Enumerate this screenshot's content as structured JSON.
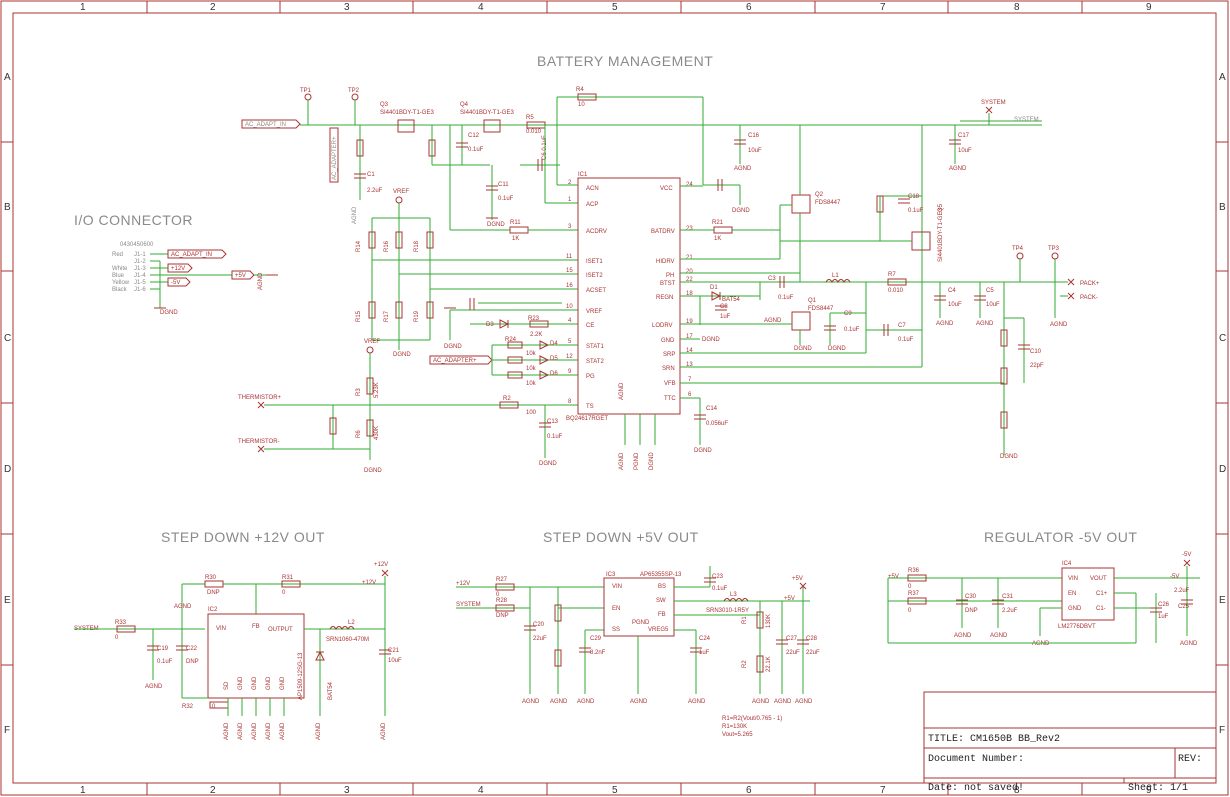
{
  "border": {
    "columns": [
      "1",
      "2",
      "3",
      "4",
      "5",
      "6",
      "7",
      "8",
      "9"
    ],
    "rows": [
      "A",
      "B",
      "C",
      "D",
      "E",
      "F"
    ]
  },
  "sections": {
    "battery": "BATTERY MANAGEMENT",
    "io": "I/O CONNECTOR",
    "step12": "STEP DOWN +12V OUT",
    "step5": "STEP DOWN +5V OUT",
    "reg5": "REGULATOR -5V OUT"
  },
  "title_block": {
    "title": "TITLE:  CM1650B BB_Rev2",
    "doc": "Document Number:",
    "rev": "REV:",
    "date": "Date: not saved!",
    "sheet": "Sheet: 1/1"
  },
  "io_connector": {
    "part": "0430450600",
    "pins": [
      {
        "color": "Red",
        "pin": "J1-1",
        "net": "AC_ADAPT_IN"
      },
      {
        "color": "White",
        "pin": "J1-2",
        "net": ""
      },
      {
        "color": "Blue",
        "pin": "J1-3",
        "net": "+12V"
      },
      {
        "color": "Yellow",
        "pin": "J1-4",
        "net": ""
      },
      {
        "color": "Black",
        "pin": "J1-5",
        "net": "-5V"
      },
      {
        "color": "",
        "pin": "J1-6",
        "net": ""
      }
    ],
    "hv_label": "+5V",
    "agnd": "AGND",
    "dgnd": "DGND"
  },
  "battery": {
    "ic1_name": "IC1",
    "ic1_part": "BQ24617RGET",
    "ic1_left_pins": [
      "ACN",
      "ACP",
      "ACDRV",
      "ISET1",
      "ISET2",
      "ACSET",
      "VREF",
      "CE",
      "STAT1",
      "STAT2",
      "PG",
      "TS"
    ],
    "ic1_left_nums": [
      "2",
      "1",
      "3",
      "11",
      "15",
      "16",
      "10",
      "4",
      "5",
      "12",
      "9",
      "8"
    ],
    "ic1_right_pins": [
      "VCC",
      "BATDRV",
      "HIDRV",
      "PH",
      "BTST",
      "REGN",
      "LODRV",
      "GND",
      "SRP",
      "SRN",
      "VFB",
      "TTC"
    ],
    "ic1_right_nums": [
      "24",
      "23",
      "21",
      "20",
      "22",
      "18",
      "19",
      "17",
      "14",
      "13",
      "7",
      "6"
    ],
    "ic1_bottom_pins": [
      "AGND",
      "PGND",
      "DGND"
    ],
    "labels": {
      "ac_adapt": "AC_ADAPT_IN",
      "ac_adapter_p": "AC_ADAPTER+",
      "system": "SYSTEM",
      "pack_p": "PACK+",
      "pack_m": "PACK-",
      "therm_p": "THERMISTOR+",
      "therm_m": "THERMISTOR-",
      "vref": "VREF",
      "agnd": "AGND",
      "dgnd": "DGND"
    },
    "parts": {
      "tp1": "TP1",
      "tp2": "TP2",
      "tp3": "TP3",
      "tp4": "TP4",
      "q3": "Q3",
      "q3_part": "SI4401BDY-T1-GE3",
      "q4": "Q4",
      "q4_part": "SI4401BDY-T1-GE3",
      "q5_part": "SI4401BDY-T1-GE3",
      "q5": "Q5",
      "q2": "Q2",
      "q2_part": "FDS8447",
      "q1": "Q1",
      "q1_part": "FDS8447",
      "r4": "R4",
      "r4v": "10",
      "r5": "R5",
      "r5v": "0.010",
      "r7": "R7",
      "r7v": "0.010",
      "r11": "R11",
      "r11v": "1K",
      "r21": "R21",
      "r21v": "1K",
      "r2": "R2",
      "r2v": "100",
      "r23": "R23",
      "r23v": "2.2K",
      "r3": "R3",
      "r3v": "5.23K",
      "r6": "R6",
      "r6v": "430K",
      "l1": "L1",
      "c1": "C1",
      "c1v": "2.2uF",
      "c16": "C16",
      "c16v": "10uF",
      "c17": "C17",
      "c17v": "10uF",
      "c4": "C4",
      "c4v": "10uF",
      "c5": "C5",
      "c5v": "10uF",
      "c13": "C13",
      "c13v": "0.1uF",
      "c14": "C14",
      "c14v": "0.056uF",
      "c10": "C10",
      "c10v": "22pF",
      "c7": "C7",
      "c7v": "0.1uF",
      "c9": "C9",
      "c9v": "0.1uF",
      "c3": "C3",
      "c3v": "0.1uF",
      "d1": "D1",
      "d1v": "BAT54",
      "d3": "D3",
      "d4": "D4",
      "d5": "D5",
      "d6": "D6",
      "r_10k": "10k"
    }
  },
  "step12": {
    "ic2": "IC2",
    "ic2_part": "AP1509-12SG-13",
    "pins": [
      "VIN",
      "FB",
      "OUTPUT",
      "SD",
      "GND",
      "GND",
      "GND",
      "GND"
    ],
    "l2": "L2",
    "l2_part": "SRN1060-470M",
    "d2": "BAT54",
    "labels": {
      "system": "SYSTEM",
      "p12": "+12V",
      "agnd": "AGND"
    },
    "parts": {
      "r30": "R30",
      "r30v": "DNP",
      "r31": "R31",
      "r31v": "0",
      "r33": "R33",
      "r33v": "0",
      "r32": "R32",
      "r32v": "0",
      "c19": "C19",
      "c19v": "0.1uF",
      "c22": "C22",
      "c22v": "DNP",
      "c21": "C21",
      "c21v": "10uF"
    }
  },
  "step5": {
    "ic3": "IC3",
    "ic3_part": "AP65355SP-13",
    "pins_left": [
      "VIN",
      "EN",
      "SS"
    ],
    "pins_right": [
      "BS",
      "SW",
      "FB",
      "VREG5"
    ],
    "pin_bottom": "PGND",
    "l3": "L3",
    "l3_part": "SRN3010-1R5Y",
    "formula": [
      "R1=R2(Vout/0.765 - 1)",
      "R1=130K",
      "Vout=5.265"
    ],
    "labels": {
      "p12": "+12V",
      "system": "SYSTEM",
      "p5": "+5V",
      "agnd": "AGND"
    },
    "parts": {
      "r27": "R27",
      "r27v": "0",
      "r28": "R28",
      "r28v": "DNP",
      "c20": "C20",
      "c20v": "22uF",
      "c23": "C23",
      "c23v": "0.1uF",
      "c24": "C24",
      "c24v": "1uF",
      "c27": "C27",
      "c27v": "22uF",
      "c28": "C28",
      "c28v": "22uF",
      "c29": "C29",
      "c29v": "8.2nF",
      "r1": "R1",
      "r1v": "130K",
      "r2": "R2",
      "r2v": "22.1K"
    }
  },
  "reg5": {
    "ic4": "IC4",
    "ic4_part": "LM2776DBVT",
    "pins_left": [
      "VIN",
      "EN",
      "GND"
    ],
    "pins_right": [
      "VOUT",
      "C1+",
      "C1-"
    ],
    "labels": {
      "p5": "+5V",
      "m5": "-5V",
      "agnd": "AGND"
    },
    "parts": {
      "r36": "R36",
      "r36v": "0",
      "r37": "R37",
      "r37v": "0",
      "c30": "C30",
      "c30v": "DNP",
      "c31": "C31",
      "c31v": "2.2uF",
      "c26": "C26",
      "c26v": "1uF",
      "c25": "C25",
      "c25v": "2.2uF"
    }
  }
}
